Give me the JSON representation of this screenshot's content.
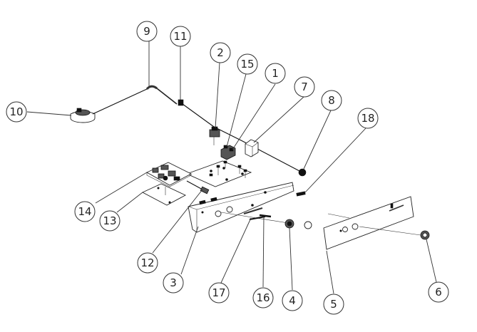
{
  "diagram": {
    "balloons": [
      {
        "id": "b1",
        "label": "1"
      },
      {
        "id": "b2",
        "label": "2"
      },
      {
        "id": "b3",
        "label": "3"
      },
      {
        "id": "b4",
        "label": "4"
      },
      {
        "id": "b5",
        "label": "5"
      },
      {
        "id": "b6",
        "label": "6"
      },
      {
        "id": "b7",
        "label": "7"
      },
      {
        "id": "b8",
        "label": "8"
      },
      {
        "id": "b9",
        "label": "9"
      },
      {
        "id": "b10",
        "label": "10"
      },
      {
        "id": "b11",
        "label": "11"
      },
      {
        "id": "b12",
        "label": "12"
      },
      {
        "id": "b13",
        "label": "13"
      },
      {
        "id": "b14",
        "label": "14"
      },
      {
        "id": "b15",
        "label": "15"
      },
      {
        "id": "b16",
        "label": "16"
      },
      {
        "id": "b17",
        "label": "17"
      },
      {
        "id": "b18",
        "label": "18"
      }
    ]
  }
}
